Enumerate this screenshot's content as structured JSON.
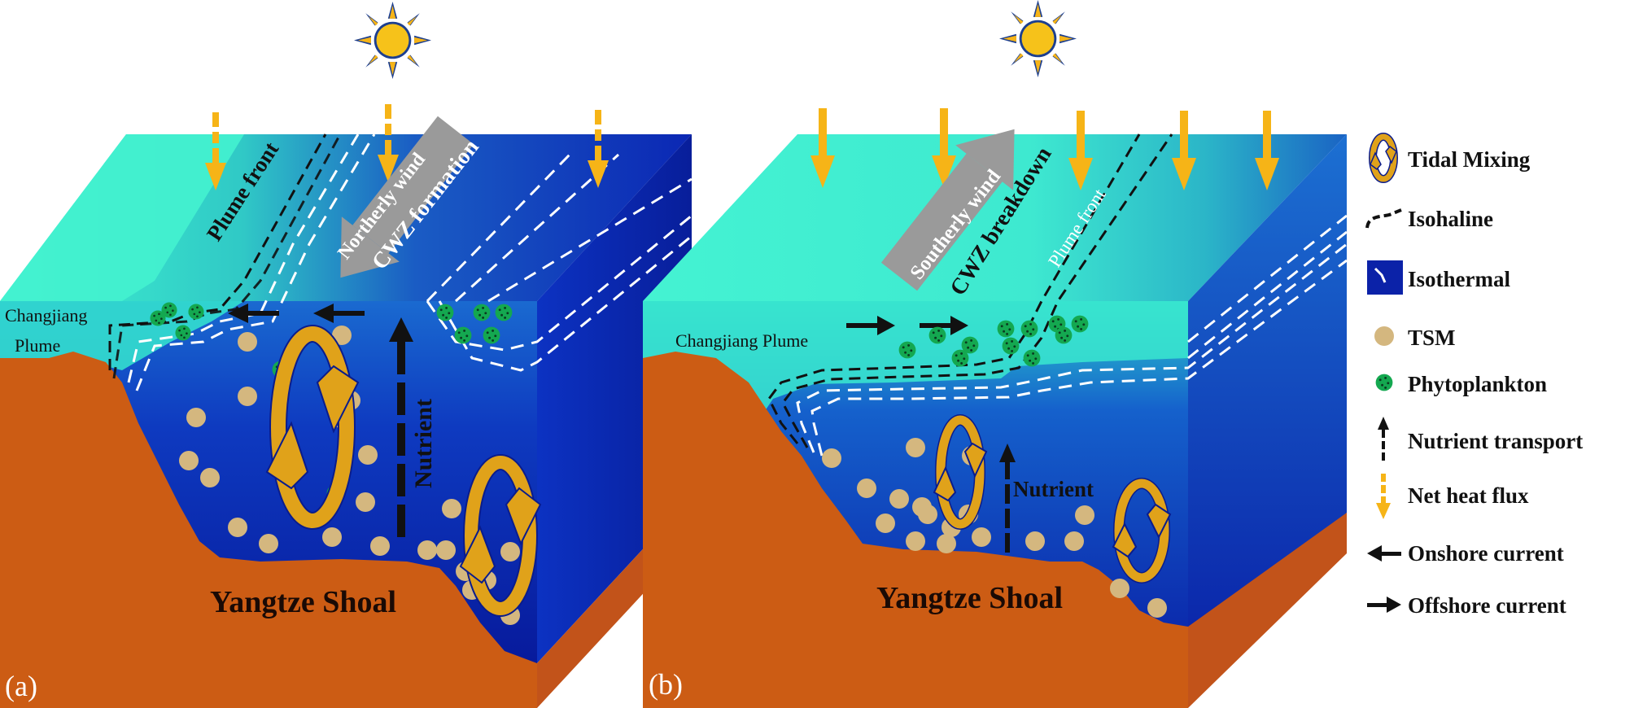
{
  "panel_a": {
    "tag": "(a)",
    "plume_label": "Changjiang",
    "plume_label_2": "Plume",
    "front_label": "Plume front",
    "wind_label": "Northerly wind",
    "cwz_label": "CWZ formation",
    "nutrient_label": "Nutrient",
    "shoal_label": "Yangtze Shoal"
  },
  "panel_b": {
    "tag": "(b)",
    "plume_label": "Changjiang Plume",
    "front_label": "Plume front",
    "wind_label": "Southerly wind",
    "cwz_label": "CWZ breakdown",
    "nutrient_label": "Nutrient",
    "shoal_label": "Yangtze Shoal"
  },
  "legend": {
    "tidal": "Tidal Mixing",
    "isohaline": "Isohaline",
    "isothermal": "Isothermal",
    "tsm": "TSM",
    "phyto": "Phytoplankton",
    "nutrient": "Nutrient transport",
    "heat": "Net heat flux",
    "onshore": "Onshore current",
    "offshore": "Offshore current"
  },
  "colors": {
    "surface_light": "#47f5cf",
    "deep_blue": "#0b1fa3",
    "shelf_orange": "#cc5c14",
    "heat_arrow": "#f6b417",
    "tsm": "#d4b77f",
    "phyto": "#14a850",
    "tidal_band": "#e0a21a"
  }
}
